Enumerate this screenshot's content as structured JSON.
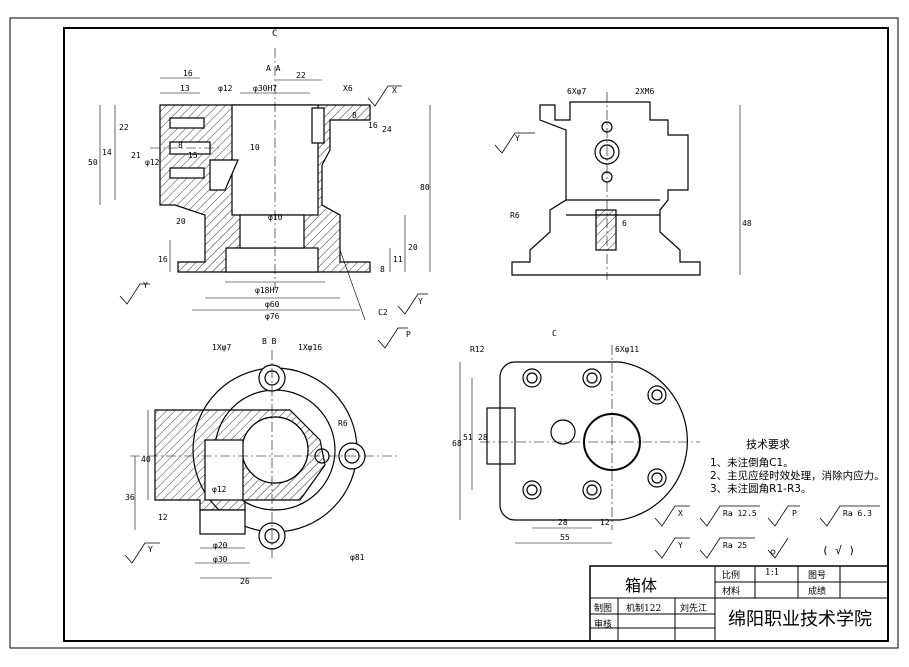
{
  "views": {
    "front_section_label": "C",
    "front_section_label2": "A A",
    "top_right_label": "",
    "bb_label": "B B",
    "c_label": "C"
  },
  "dims": {
    "d16": "16",
    "d13": "13",
    "phi12_top": "φ12",
    "phi30H7": "φ30H7",
    "d22": "22",
    "x6": "X6",
    "d8": "8",
    "d16b": "16",
    "d24": "24",
    "d14": "14",
    "d22v": "22",
    "d21": "21",
    "phi12_v": "φ12",
    "d8v": "8",
    "d15": "15",
    "d50": "50",
    "d10": "10",
    "d20": "20",
    "phi10": "φ10",
    "d80": "80",
    "d20v": "20",
    "d11": "11",
    "d8b": "8",
    "d16v": "16",
    "phi18H7": "φ18H7",
    "phi60": "φ60",
    "phi76": "φ76",
    "c2": "C2",
    "holes_6x7": "6Xφ7",
    "holes_2x6": "2XM6",
    "r6": "R6",
    "d6": "6",
    "d48": "48",
    "bb_1x7": "1Xφ7",
    "bb_1x16": "1Xφ16",
    "r6b": "R6",
    "d40": "40",
    "d36": "36",
    "d12": "12",
    "phi12b": "φ12",
    "phi20": "φ20",
    "phi30": "φ30",
    "d26": "26",
    "phi81": "φ81",
    "r12": "R12",
    "holes_6x11": "6Xφ11",
    "d68": "68",
    "d51": "51",
    "d28v": "28",
    "d28": "28",
    "d12h": "12",
    "d55": "55"
  },
  "symbols": {
    "x": "X",
    "y": "Y",
    "p": "P",
    "ra12": "Ra 12.5",
    "ra63": "Ra 6.3",
    "ra25": "Ra 25",
    "paren": "( √ )"
  },
  "notes": {
    "title": "技术要求",
    "items": [
      "1、未注倒角C1。",
      "2、主见应经时效处理，消除内应力。",
      "3、未注圆角R1-R3。"
    ]
  },
  "title_block": {
    "part_name": "箱体",
    "scale_label": "比例",
    "scale_value": "1:1",
    "drawing_no_label": "图号",
    "material_label": "材料",
    "grade_label": "成绩",
    "drawn_label": "制图",
    "class_value": "机制122",
    "drawer_name": "刘先江",
    "checked_label": "审核",
    "school": "绵阳职业技术学院"
  }
}
